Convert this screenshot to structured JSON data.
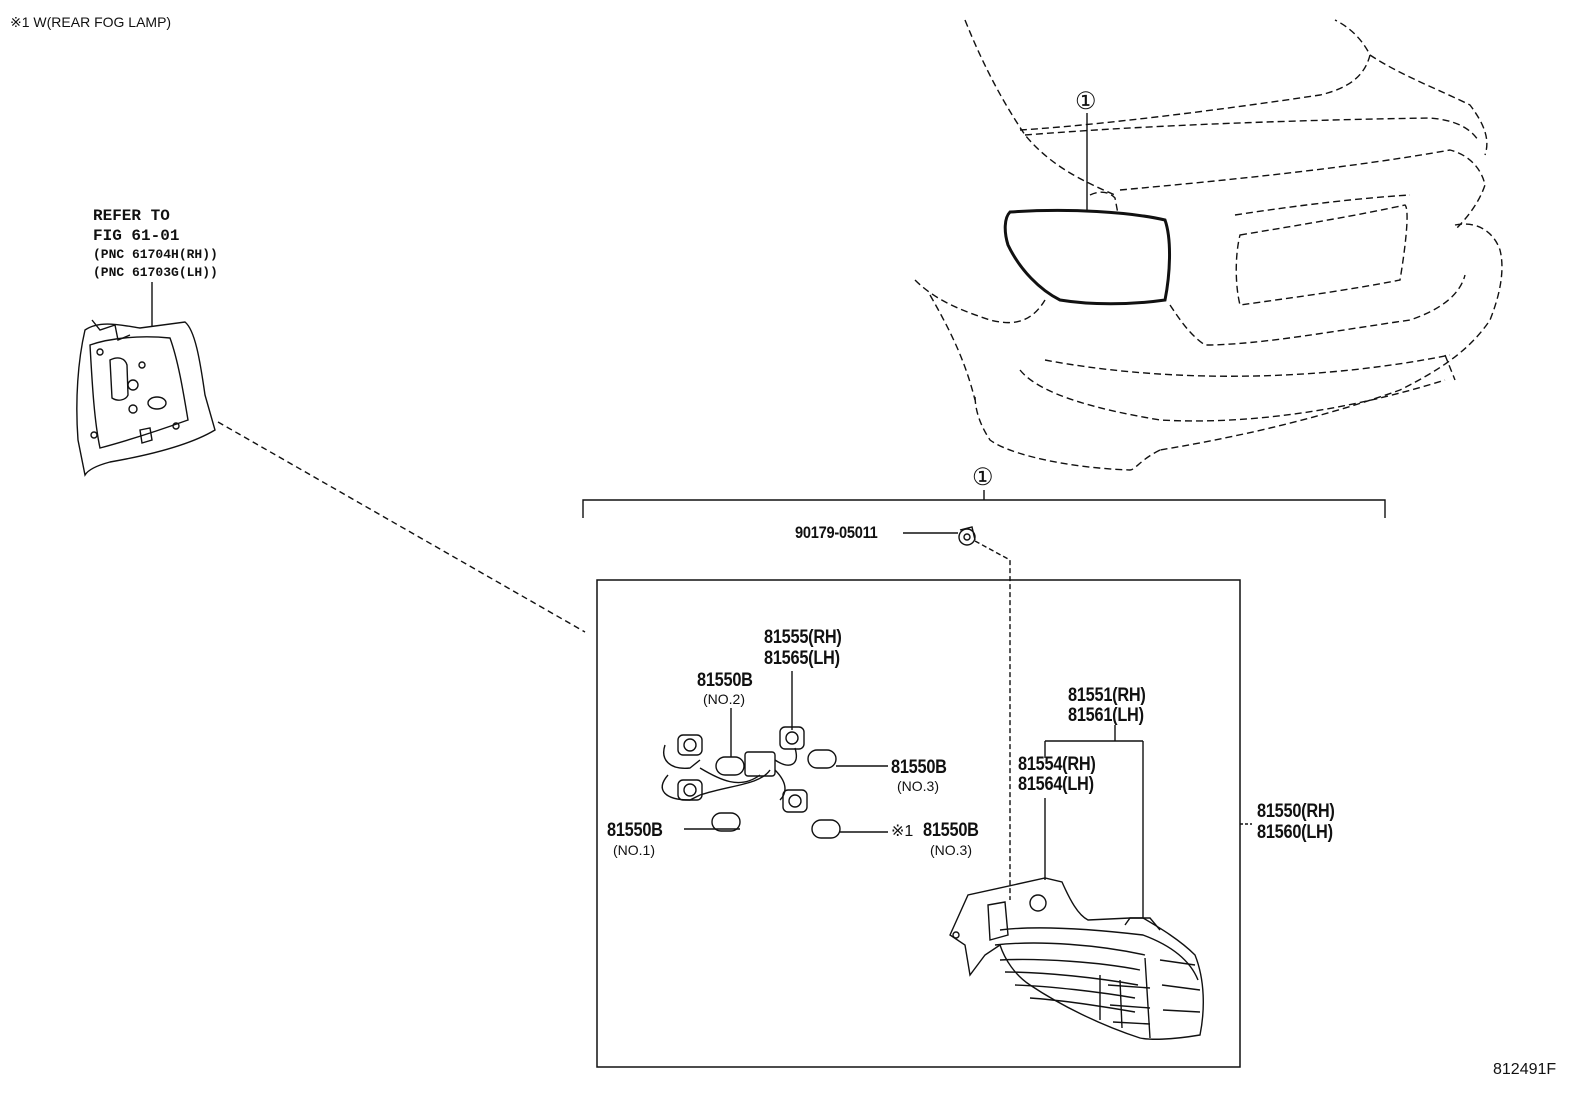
{
  "header": {
    "note": "※1 W(REAR FOG LAMP)"
  },
  "refer": {
    "line1": "REFER TO",
    "line2": "FIG 61-01",
    "line3": "(PNC 61704H(RH))",
    "line4": "(PNC 61703G(LH))"
  },
  "callout_main": "①",
  "callout_car": "①",
  "parts": {
    "screw": "90179-05011",
    "socket_rh": "81555(RH)",
    "socket_lh": "81565(LH)",
    "bulb_no2": "81550B",
    "bulb_no2_sub": "(NO.2)",
    "bulb_no3a": "81550B",
    "bulb_no3a_sub": "(NO.3)",
    "bulb_no1": "81550B",
    "bulb_no1_sub": "(NO.1)",
    "bulb_no3b_prefix": "※1",
    "bulb_no3b": "81550B",
    "bulb_no3b_sub": "(NO.3)",
    "lens_rh": "81551(RH)",
    "lens_lh": "81561(LH)",
    "housing_rh": "81554(RH)",
    "housing_lh": "81564(LH)",
    "assy_rh": "81550(RH)",
    "assy_lh": "81560(LH)"
  },
  "figure_id": "812491F"
}
